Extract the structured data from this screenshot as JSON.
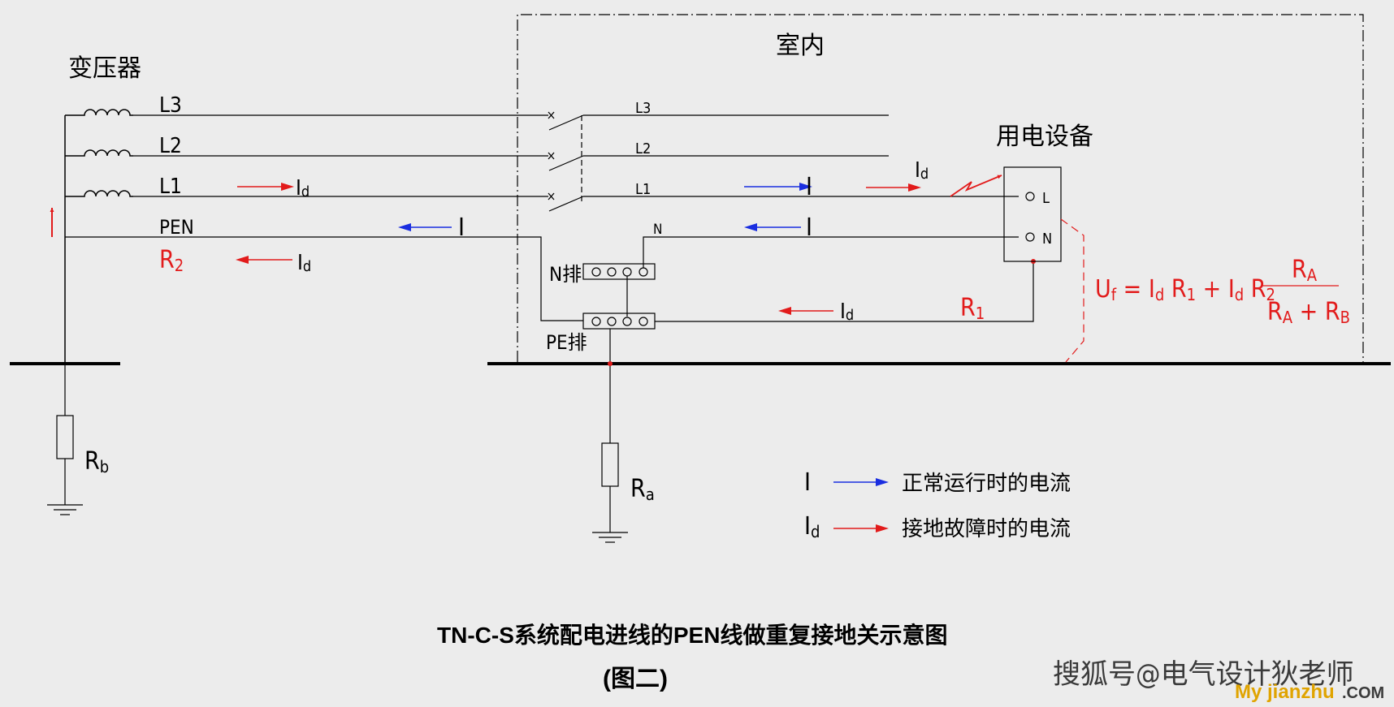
{
  "labels": {
    "transformer": "变压器",
    "indoor": "室内",
    "equipment": "用电设备",
    "n_bar": "N排",
    "pe_bar": "PE排",
    "pen": "PEN",
    "r2": "R",
    "r2_sub": "2",
    "r1": "R",
    "r1_sub": "1",
    "rb": "R",
    "rb_sub": "b",
    "ra": "R",
    "ra_sub": "a",
    "n_indoor": "N",
    "term_l": "L",
    "term_n": "N",
    "phases_left": [
      "L3",
      "L2",
      "L1"
    ],
    "phases_right": [
      "L3",
      "L2",
      "L1"
    ]
  },
  "currents": {
    "normal_symbol": "I",
    "fault_main": "I",
    "fault_sub": "d"
  },
  "formula": {
    "lhs_main": "U",
    "lhs_sub": "f",
    "eq": " = ",
    "t1_main": "I",
    "t1_sub": "d",
    "t1_r": " R",
    "t1_r_sub": "1",
    "plus": " + ",
    "t2_main": "I",
    "t2_sub": "d",
    "t2_r": " R",
    "t2_r_sub": "2",
    "num_main": "R",
    "num_sub": "A",
    "den_a": "R",
    "den_a_sub": "A",
    "den_plus": " + ",
    "den_b": "R",
    "den_b_sub": "B"
  },
  "legend": {
    "normal_symbol": "I",
    "normal_text": "正常运行时的电流",
    "fault_symbol": "I",
    "fault_sub": "d",
    "fault_text": "接地故障时的电流"
  },
  "caption": {
    "title": "TN-C-S系统配电进线的PEN线做重复接地关示意图",
    "subtitle": "(图二)"
  },
  "watermark": {
    "text": "搜狐号@电气设计狄老师",
    "site_a": "My jianzhu",
    "site_b": ".COM"
  },
  "colors": {
    "line": "#000000",
    "fault": "#e21b1b",
    "normal": "#1a2ee0",
    "background": "#ececec"
  }
}
